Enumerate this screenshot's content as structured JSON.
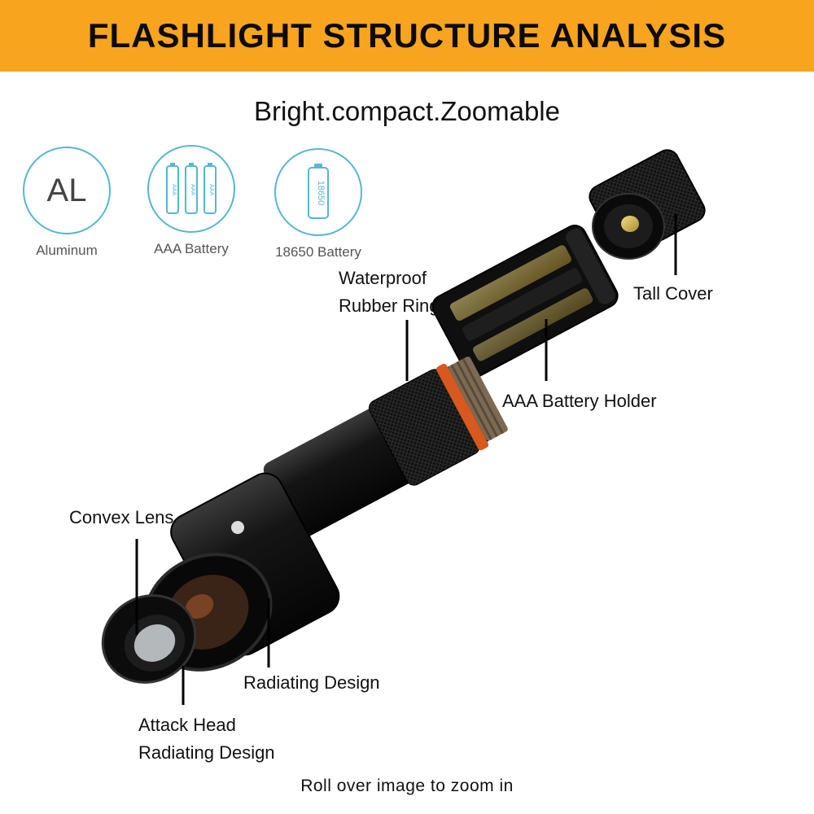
{
  "header": {
    "title": "FLASHLIGHT STRUCTURE ANALYSIS"
  },
  "subtitle": "Bright.compact.Zoomable",
  "features": [
    {
      "icon": "aluminum-icon",
      "icon_text": "AL",
      "label": "Aluminum"
    },
    {
      "icon": "aaa-battery-icon",
      "icon_text": "AAA",
      "label": "AAA Battery"
    },
    {
      "icon": "18650-battery-icon",
      "icon_text": "18650",
      "label": "18650 Battery"
    }
  ],
  "callouts": {
    "waterproof_ring": {
      "line1": "Waterproof",
      "line2": "Rubber Ring"
    },
    "tall_cover": "Tall Cover",
    "battery_holder": "AAA Battery Holder",
    "convex_lens": "Convex Lens",
    "radiating_design": "Radiating Design",
    "attack_head": {
      "line1": "Attack Head",
      "line2": "Radiating Design"
    }
  },
  "footer": "Roll over image to zoom in",
  "colors": {
    "banner": "#f9a41e",
    "icon_ring": "#55b7d3",
    "accent_orange": "#d9581e"
  }
}
